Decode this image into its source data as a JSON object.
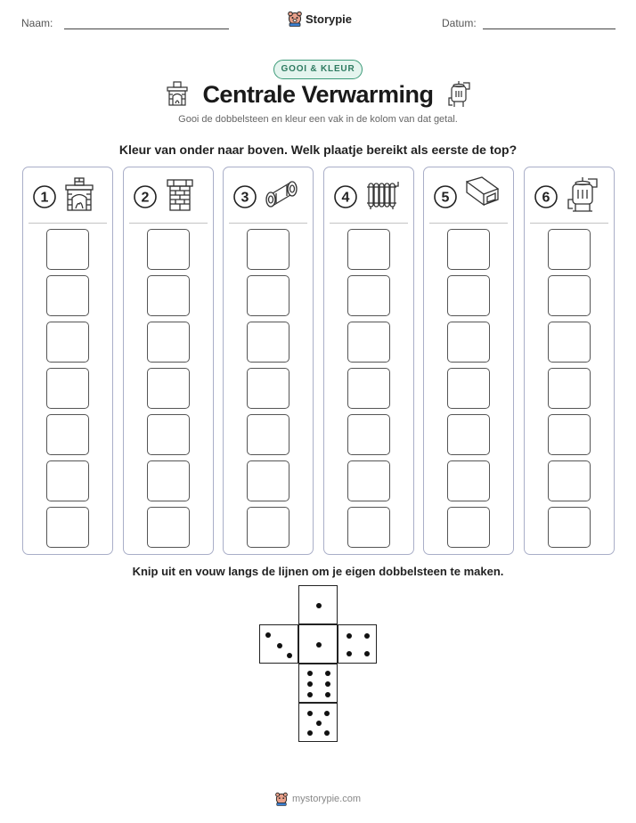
{
  "header": {
    "name_label": "Naam:",
    "date_label": "Datum:",
    "brand": "Storypie"
  },
  "badge": "GOOI & KLEUR",
  "title": "Centrale Verwarming",
  "subtitle": "Gooi de dobbelsteen en kleur een vak in de kolom van dat getal.",
  "instruction": "Kleur van onder naar boven. Welk plaatje bereikt als eerste de top?",
  "columns": [
    {
      "number": "1",
      "icon": "fireplace-icon"
    },
    {
      "number": "2",
      "icon": "chimney-icon"
    },
    {
      "number": "3",
      "icon": "pipe-icon"
    },
    {
      "number": "4",
      "icon": "radiator-icon"
    },
    {
      "number": "5",
      "icon": "duct-icon"
    },
    {
      "number": "6",
      "icon": "boiler-icon"
    }
  ],
  "cells_per_column": 7,
  "cut_instruction": "Knip uit en vouw langs de lijnen om je eigen dobbelsteen te maken.",
  "die_net": {
    "faces": [
      {
        "pips": 1
      },
      {
        "pips": 3
      },
      {
        "pips": 1
      },
      {
        "pips": 4
      },
      {
        "pips": 6
      },
      {
        "pips": 5
      }
    ]
  },
  "footer": "mystorypie.com",
  "colors": {
    "badge_green": "#3b9a78",
    "column_border": "#a9aec8"
  }
}
